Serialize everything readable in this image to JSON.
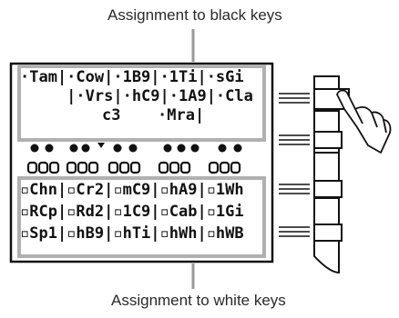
{
  "captions": {
    "top": "Assignment to black keys",
    "bottom": "Assignment to white keys"
  },
  "black_keys": {
    "row1": "·Tam|·Cow|·1B9|·1Ti|·sGi",
    "row2": "     |·Vrs|·hC9|·1A9|·Cla",
    "row3": "c3",
    "row3b": "·Mra|"
  },
  "white_keys": {
    "row1": "▫Chn|▫Cr2|▫mC9|▫hA9|▫1Wh",
    "row2": "▫RCp|▫Rd2|▫1C9|▫Cab|▫1Gi",
    "row3": "▫Sp1|▫hB9|▫hTi|▫hWh|▫hWB"
  },
  "colors": {
    "line": "#9a9a9a",
    "frame": "#111111",
    "text": "#2a2a2a"
  }
}
